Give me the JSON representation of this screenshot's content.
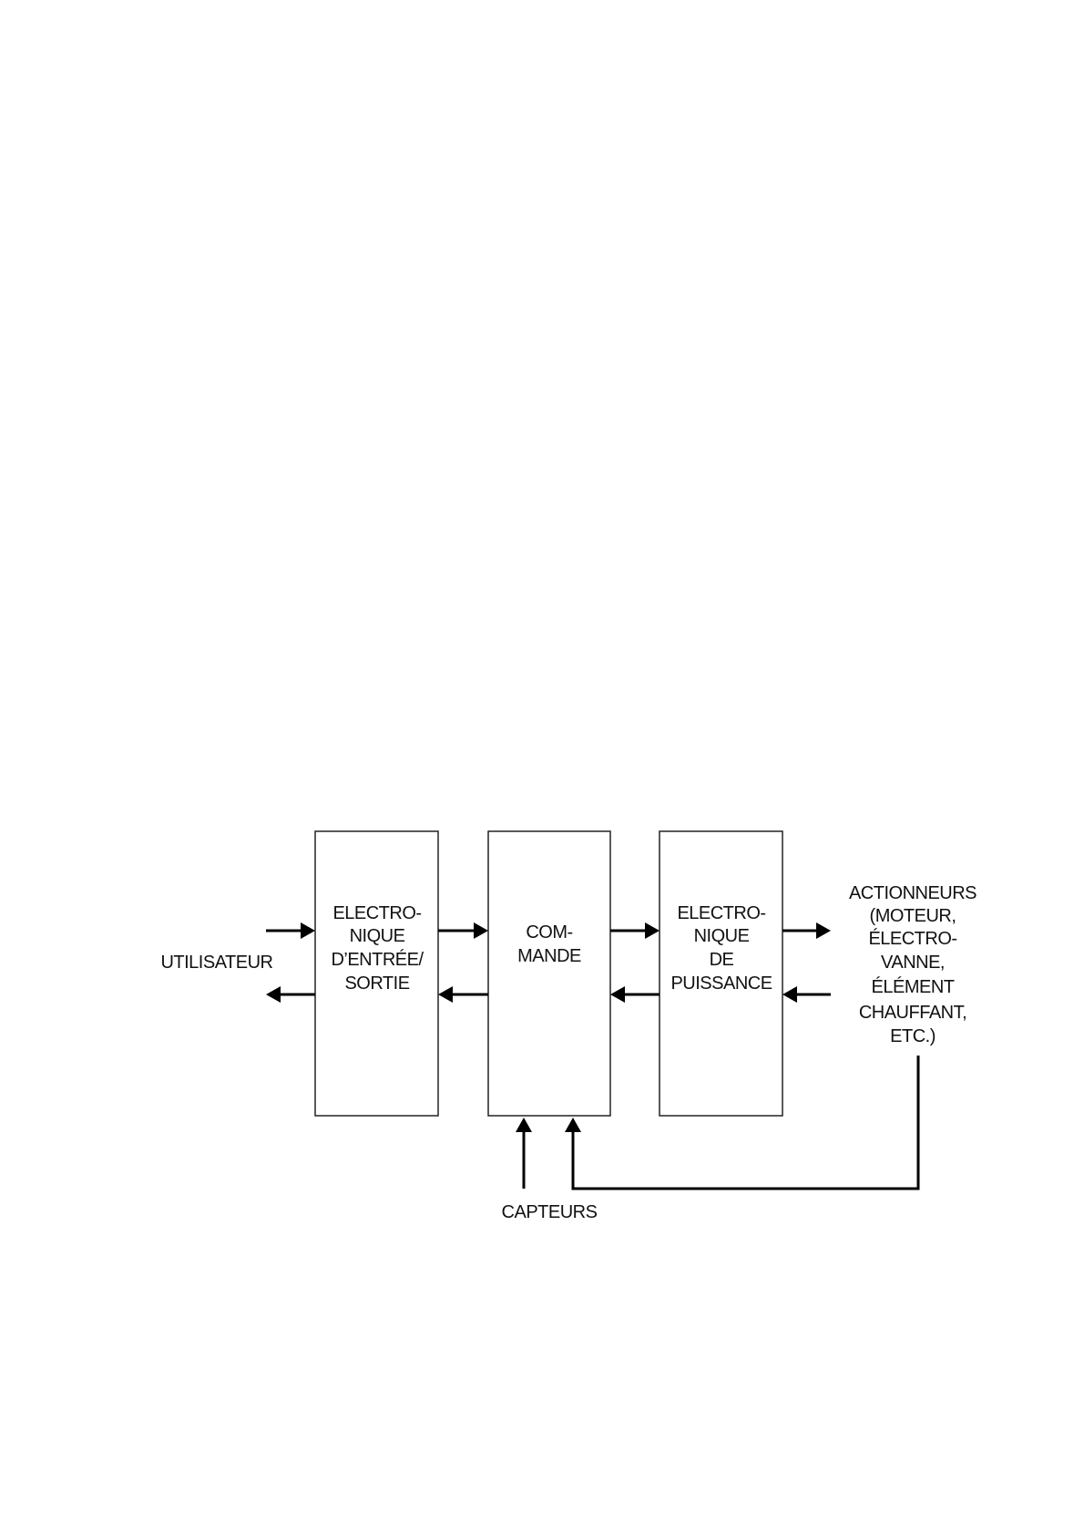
{
  "blocks": {
    "io": {
      "lines": [
        "ELECTRO-",
        "NIQUE",
        "D’ENTRÉE/",
        "SORTIE"
      ]
    },
    "commande": {
      "lines": [
        "COM-",
        "MANDE"
      ]
    },
    "puissance": {
      "lines": [
        "ELECTRO-",
        "NIQUE",
        "DE",
        "PUISSANCE"
      ]
    }
  },
  "labels": {
    "utilisateur": "UTILISATEUR",
    "capteurs": "CAPTEURS",
    "actionneurs": [
      "ACTIONNEURS",
      "(MOTEUR,",
      "ÉLECTRO-",
      "VANNE,",
      "ÉLÉMENT",
      "CHAUFFANT,",
      "ETC.)"
    ]
  }
}
